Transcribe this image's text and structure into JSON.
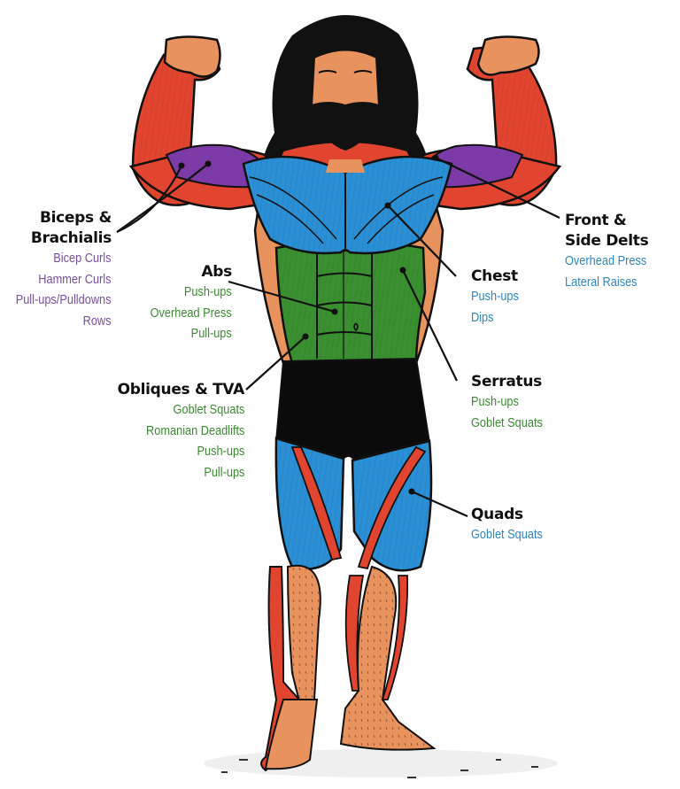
{
  "diagram": {
    "subject": "Front muscle anatomy illustration of a long-haired bearded man in a double-biceps pose wearing black shorts",
    "colors": {
      "purple": "#7b4fa0",
      "green": "#3d8a33",
      "blue": "#2f86c2",
      "title": "#111111",
      "muscle_red": "#e2452f",
      "muscle_purple": "#7c3aa6",
      "muscle_blue": "#2a8fd4",
      "muscle_green": "#3a9030",
      "skin": "#e8925e",
      "hair": "#111111",
      "shorts": "#0b0b0b"
    }
  },
  "labels": {
    "biceps": {
      "title_line1": "Biceps &",
      "title_line2": "Brachialis",
      "exercises": [
        {
          "text": "Bicep Curls",
          "color": "purple"
        },
        {
          "text": "Hammer Curls",
          "color": "purple"
        },
        {
          "text": "Pull-ups/Pulldowns",
          "color": "purple"
        },
        {
          "text": "Rows",
          "color": "purple"
        }
      ]
    },
    "abs": {
      "title_line1": "Abs",
      "exercises": [
        {
          "text": "Push-ups",
          "color": "green"
        },
        {
          "text": "Overhead Press",
          "color": "green"
        },
        {
          "text": "Pull-ups",
          "color": "green"
        }
      ]
    },
    "obliques": {
      "title_line1": "Obliques & TVA",
      "exercises": [
        {
          "text": "Goblet Squats",
          "color": "green"
        },
        {
          "text": "Romanian Deadlifts",
          "color": "green"
        },
        {
          "text": "Push-ups",
          "color": "green"
        },
        {
          "text": "Pull-ups",
          "color": "green"
        }
      ]
    },
    "delts": {
      "title_line1": "Front &",
      "title_line2": "Side Delts",
      "exercises": [
        {
          "text": "Overhead Press",
          "color": "blue"
        },
        {
          "text": "Lateral Raises",
          "color": "blue"
        }
      ]
    },
    "chest": {
      "title_line1": "Chest",
      "exercises": [
        {
          "text": "Push-ups",
          "color": "blue"
        },
        {
          "text": "Dips",
          "color": "blue"
        }
      ]
    },
    "serratus": {
      "title_line1": "Serratus",
      "exercises": [
        {
          "text": "Push-ups",
          "color": "green"
        },
        {
          "text": "Goblet Squats",
          "color": "green"
        }
      ]
    },
    "quads": {
      "title_line1": "Quads",
      "exercises": [
        {
          "text": "Goblet Squats",
          "color": "blue"
        }
      ]
    }
  }
}
